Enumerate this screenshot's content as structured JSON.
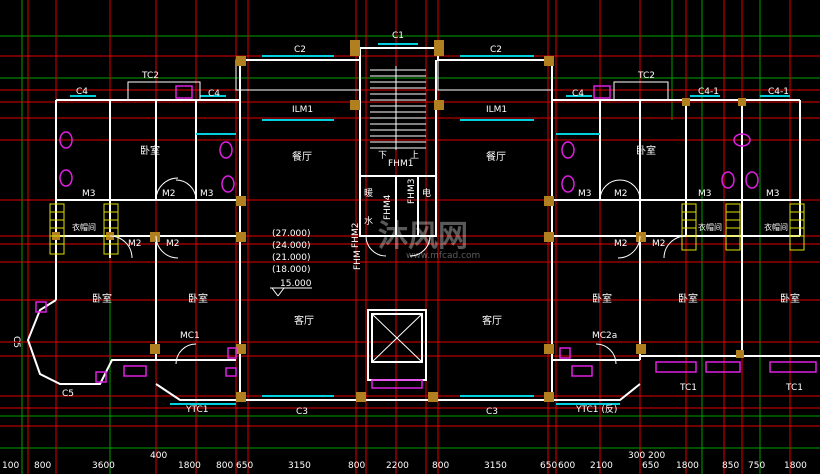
{
  "colors": {
    "background": "#000000",
    "axis_red": "#e00000",
    "grid_green": "#00a000",
    "wall": "#ffffff",
    "column": "#b08020",
    "window_cyan": "#00d0e0",
    "fixture_magenta": "#e020e0",
    "door_yellow": "#e0e000",
    "dim_white": "#ffffff"
  },
  "room_labels": {
    "bedroom_tl": "卧室",
    "dining_l": "餐厅",
    "dining_r": "餐厅",
    "bedroom_tr": "卧室",
    "closet_l": "衣帽间",
    "closet_r1": "衣帽间",
    "closet_r2": "衣帽间",
    "bedroom_bl": "卧室",
    "bedroom_bl2": "卧室",
    "living_l": "客厅",
    "living_r": "客厅",
    "bedroom_br1": "卧室",
    "bedroom_br2": "卧室",
    "bedroom_br3": "卧室"
  },
  "window_labels": {
    "c1": "C1",
    "c2_l": "C2",
    "c2_r": "C2",
    "tc2_l": "TC2",
    "tc2_r": "TC2",
    "c4_l1": "C4",
    "c4_l2": "C4",
    "c4_r1": "C4",
    "c4_1_a": "C4-1",
    "c4_1_b": "C4-1",
    "ilm1_l": "ILM1",
    "ilm1_r": "ILM1",
    "c3_l": "C3",
    "c3_r": "C3",
    "c5_side": "C5",
    "c5_bottom": "C5",
    "ytc1_l": "YTC1",
    "ytc1_r": "YTC1 (反)",
    "tc1_a": "TC1",
    "tc1_b": "TC1"
  },
  "door_labels": {
    "m3_l1": "M3",
    "m2_l1": "M2",
    "m3_l2": "M3",
    "m2_l2": "M2",
    "m2_l3": "M2",
    "mc1": "MC1",
    "m3_r1": "M3",
    "m2_r1": "M2",
    "m3_r2": "M3",
    "m2_r2": "M2",
    "m2_r3": "M2",
    "m3_r3": "M3",
    "mc2a": "MC2a",
    "fhm1": "FHM1",
    "fhm3": "FHM3",
    "fhm4": "FHM4",
    "fhm2": "FHM2",
    "fhm_side": "FHM"
  },
  "shaft_labels": {
    "shaft_a": "暖",
    "shaft_b": "水",
    "shaft_c": "电",
    "stair_down": "下",
    "stair_up": "上"
  },
  "elevations": [
    "(27.000)",
    "(24.000)",
    "(21.000)",
    "(18.000)",
    "15.000"
  ],
  "watermark": {
    "brand": "沐风网",
    "url": "www.mfcad.com"
  },
  "dimensions": [
    "100",
    "800",
    "3600",
    "400",
    "1800",
    "800",
    "650",
    "3150",
    "800",
    "2200",
    "800",
    "3150",
    "650",
    "600",
    "2100",
    "300",
    "200",
    "650",
    "1800",
    "850",
    "750",
    "1800"
  ]
}
